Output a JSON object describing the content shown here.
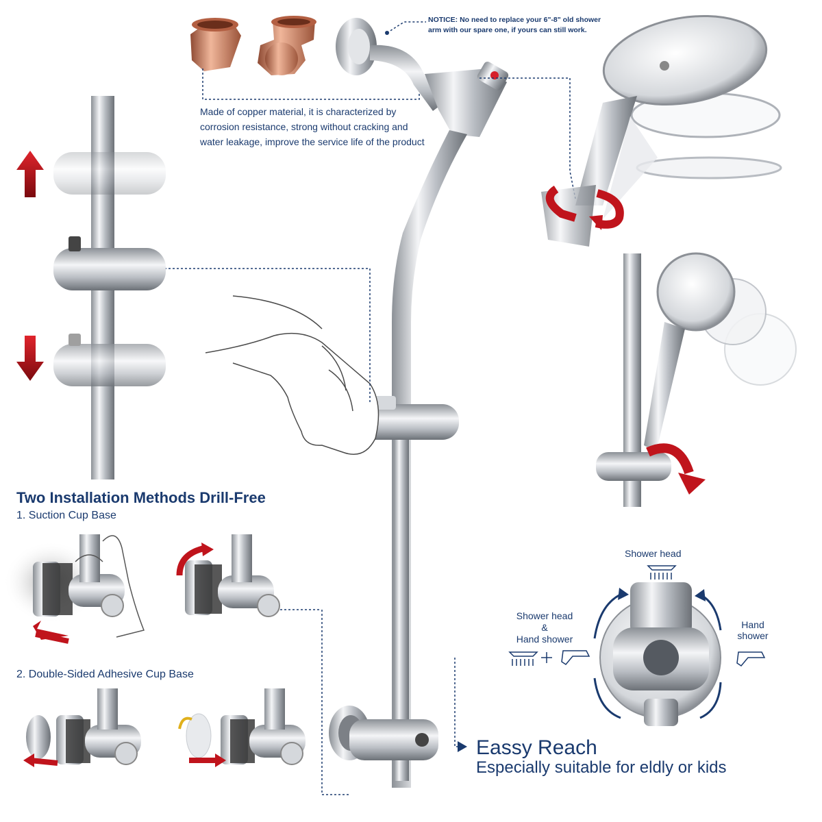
{
  "notice": "NOTICE: No need to replace your 6\"-8\" old shower arm with our spare one, if yours can still work.",
  "copper_description": "Made of copper material, it is characterized by corrosion resistance, strong without cracking and water leakage, improve the service life of the product",
  "installation": {
    "title": "Two Installation Methods Drill-Free",
    "method_1": "1. Suction Cup Base",
    "method_2": "2. Double-Sided Adhesive Cup Base"
  },
  "diverter": {
    "top_label": "Shower head",
    "left_label_line1": "Shower head",
    "left_label_line2": "&",
    "left_label_line3": "Hand shower",
    "right_label_line1": "Hand",
    "right_label_line2": "shower"
  },
  "easy_reach": {
    "title": "Eassy Reach",
    "subtitle": "Especially suitable for eldly or kids"
  },
  "colors": {
    "navy_text": "#1a3a6e",
    "arrow_red": "#c0141c",
    "chrome": "#c9ccd1",
    "copper": "#c9775a"
  },
  "icons": [
    "copper-fitting-icon",
    "shower-arm-icon",
    "rain-shower-head-icon",
    "handheld-shower-icon",
    "slide-bar-icon",
    "bracket-icon",
    "arrow-up-icon",
    "arrow-down-icon",
    "rotate-arrow-icon",
    "hand-icon",
    "diverter-valve-icon",
    "suction-cup-icon",
    "adhesive-cup-icon"
  ]
}
